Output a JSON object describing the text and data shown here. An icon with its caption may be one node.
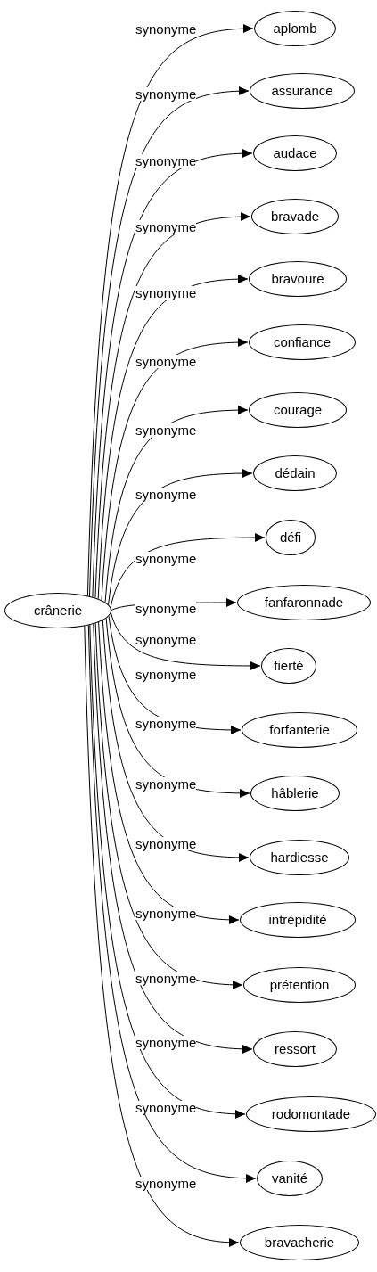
{
  "diagram": {
    "nodes": [
      {
        "text": [
          "crânerie"
        ]
      },
      {
        "text": [
          "aplomb"
        ]
      },
      {
        "text": [
          "assurance"
        ]
      },
      {
        "text": [
          "audace"
        ]
      },
      {
        "text": [
          "bravade"
        ]
      },
      {
        "text": [
          "bravoure"
        ]
      },
      {
        "text": [
          "confiance"
        ]
      },
      {
        "text": [
          "courage"
        ]
      },
      {
        "text": [
          "dédain"
        ]
      },
      {
        "text": [
          "défi"
        ]
      },
      {
        "text": [
          "fanfaronnade"
        ]
      },
      {
        "text": [
          "fierté"
        ]
      },
      {
        "text": [
          "forfanterie"
        ]
      },
      {
        "text": [
          "hâblerie"
        ]
      },
      {
        "text": [
          "hardiesse"
        ]
      },
      {
        "text": [
          "intrépidité"
        ]
      },
      {
        "text": [
          "prétention"
        ]
      },
      {
        "text": [
          "ressort"
        ]
      },
      {
        "text": [
          "rodomontade"
        ]
      },
      {
        "text": [
          "vanité"
        ]
      },
      {
        "text": [
          "bravacherie"
        ]
      }
    ],
    "edges": [
      {
        "from": 0,
        "to": 1,
        "arrow": "to",
        "label": "synonyme"
      },
      {
        "from": 0,
        "to": 2,
        "arrow": "to",
        "label": "synonyme"
      },
      {
        "from": 0,
        "to": 3,
        "arrow": "to",
        "label": "synonyme"
      },
      {
        "from": 0,
        "to": 4,
        "arrow": "to",
        "label": "synonyme"
      },
      {
        "from": 0,
        "to": 5,
        "arrow": "to",
        "label": "synonyme"
      },
      {
        "from": 0,
        "to": 6,
        "arrow": "to",
        "label": "synonyme"
      },
      {
        "from": 0,
        "to": 7,
        "arrow": "to",
        "label": "synonyme"
      },
      {
        "from": 0,
        "to": 8,
        "arrow": "to",
        "label": "synonyme"
      },
      {
        "from": 0,
        "to": 9,
        "arrow": "to",
        "label": "synonyme"
      },
      {
        "from": 0,
        "to": 10,
        "arrow": "to",
        "label": "synonyme"
      },
      {
        "from": 0,
        "to": 11,
        "arrow": "to",
        "label": "synonyme"
      },
      {
        "from": 0,
        "to": 12,
        "arrow": "to",
        "label": "synonyme"
      },
      {
        "from": 0,
        "to": 13,
        "arrow": "to",
        "label": "synonyme"
      },
      {
        "from": 0,
        "to": 14,
        "arrow": "to",
        "label": "synonyme"
      },
      {
        "from": 0,
        "to": 15,
        "arrow": "to",
        "label": "synonyme"
      },
      {
        "from": 0,
        "to": 16,
        "arrow": "to",
        "label": "synonyme"
      },
      {
        "from": 0,
        "to": 17,
        "arrow": "to",
        "label": "synonyme"
      },
      {
        "from": 0,
        "to": 18,
        "arrow": "to",
        "label": "synonyme"
      },
      {
        "from": 0,
        "to": 19,
        "arrow": "to",
        "label": "synonyme"
      },
      {
        "from": 0,
        "to": 20,
        "arrow": "to",
        "label": "synonyme"
      }
    ]
  }
}
